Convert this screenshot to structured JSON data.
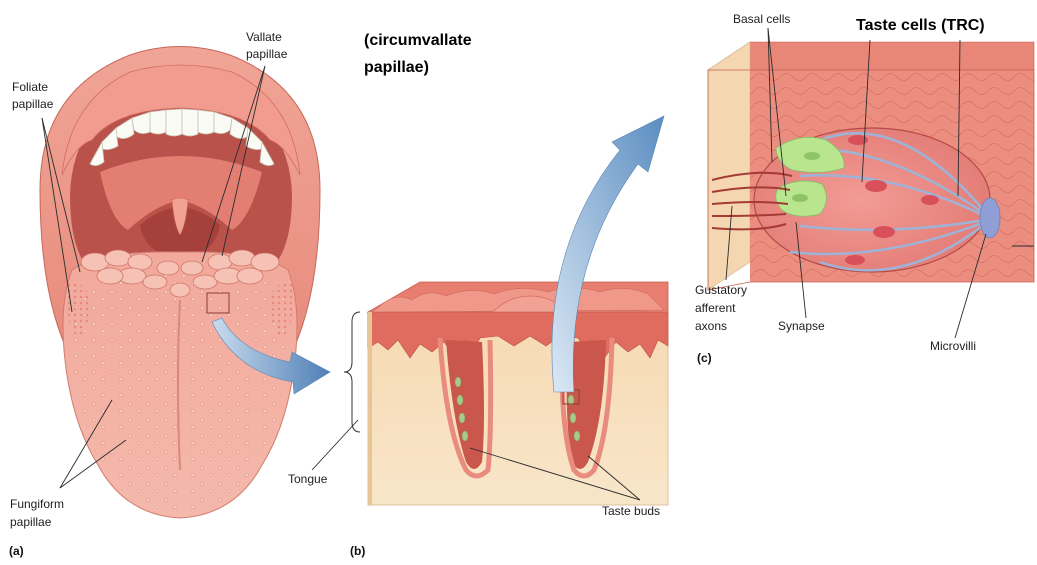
{
  "labels": {
    "vallate_papillae": [
      "Vallate",
      "papillae"
    ],
    "circumvallate": [
      "(circumvallate",
      "papillae)"
    ],
    "taste_cells": "Taste cells (TRC)",
    "basal_cells": "Basal cells",
    "foliate_papillae": [
      "Foliate",
      "papillae"
    ],
    "gustatory_axons": [
      "Gustatory",
      "afferent",
      "axons"
    ],
    "synapse": "Synapse",
    "microvilli": "Microvilli",
    "tongue": "Tongue",
    "fungiform_papillae": [
      "Fungiform",
      "papillae"
    ],
    "taste_buds": "Taste buds"
  },
  "panel_letters": {
    "a": "(a)",
    "b": "(b)",
    "c": "(c)"
  },
  "colors": {
    "tissue": "#e98a7c",
    "tissue_light": "#f4b3a6",
    "tissue_dark": "#c85a4e",
    "epithelium_base": "#f3dcb4",
    "basal_cell_green": "#b6e38a",
    "arrow_blue": "#6f9cc8"
  }
}
